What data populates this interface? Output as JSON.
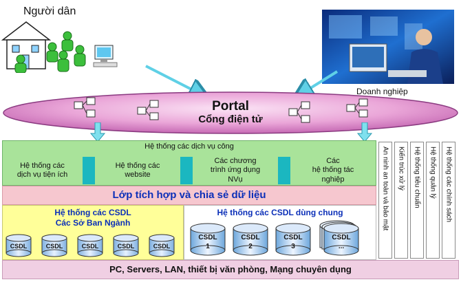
{
  "top": {
    "citizens_label": "Người dân",
    "business_label": "Doanh nghiệp"
  },
  "portal": {
    "title": "Portal",
    "subtitle": "Cổng điện tử"
  },
  "public_services": {
    "title": "Hệ thống các dịch vụ công",
    "items": [
      "Hệ thống các\ndịch vụ tiện ích",
      "Hệ thống các\nwebsite",
      "Các chương\ntrình ứng dụng\nNVụ",
      "Các\nhệ thống tác\nnghiệp"
    ]
  },
  "integration_layer": "Lớp tích hợp và chia sẻ dữ liệu",
  "dept_db": {
    "title_line1": "Hệ thống các CSDL",
    "title_line2": "Các Sở Ban Ngành",
    "cyl_label": "CSDL"
  },
  "shared_db": {
    "title": "Hệ thống các CSDL dùng chung",
    "cylinders": [
      {
        "label": "CSDL",
        "num": "1"
      },
      {
        "label": "CSDL",
        "num": "2"
      },
      {
        "label": "CSDL",
        "num": "3"
      },
      {
        "label": "CSDL",
        "num": "..."
      }
    ]
  },
  "infrastructure": "PC, Servers, LAN, thiết bị văn phòng, Mạng chuyên dụng",
  "side_columns": [
    "An ninh an toàn và bảo mật",
    "Kiến trúc xử lý",
    "Hệ thống tiêu chuẩn",
    "Hệ thống quản lý",
    "Hệ thống các chính sách"
  ],
  "colors": {
    "green": "#a9e39a",
    "cyan": "#1bb7c0",
    "pink_band": "#f6c7cf",
    "yellow": "#ffff99",
    "bottom_bar": "#f0cfe3",
    "portal_ellipse": "#e9a6d6",
    "title_blue": "#0b2fb8"
  }
}
